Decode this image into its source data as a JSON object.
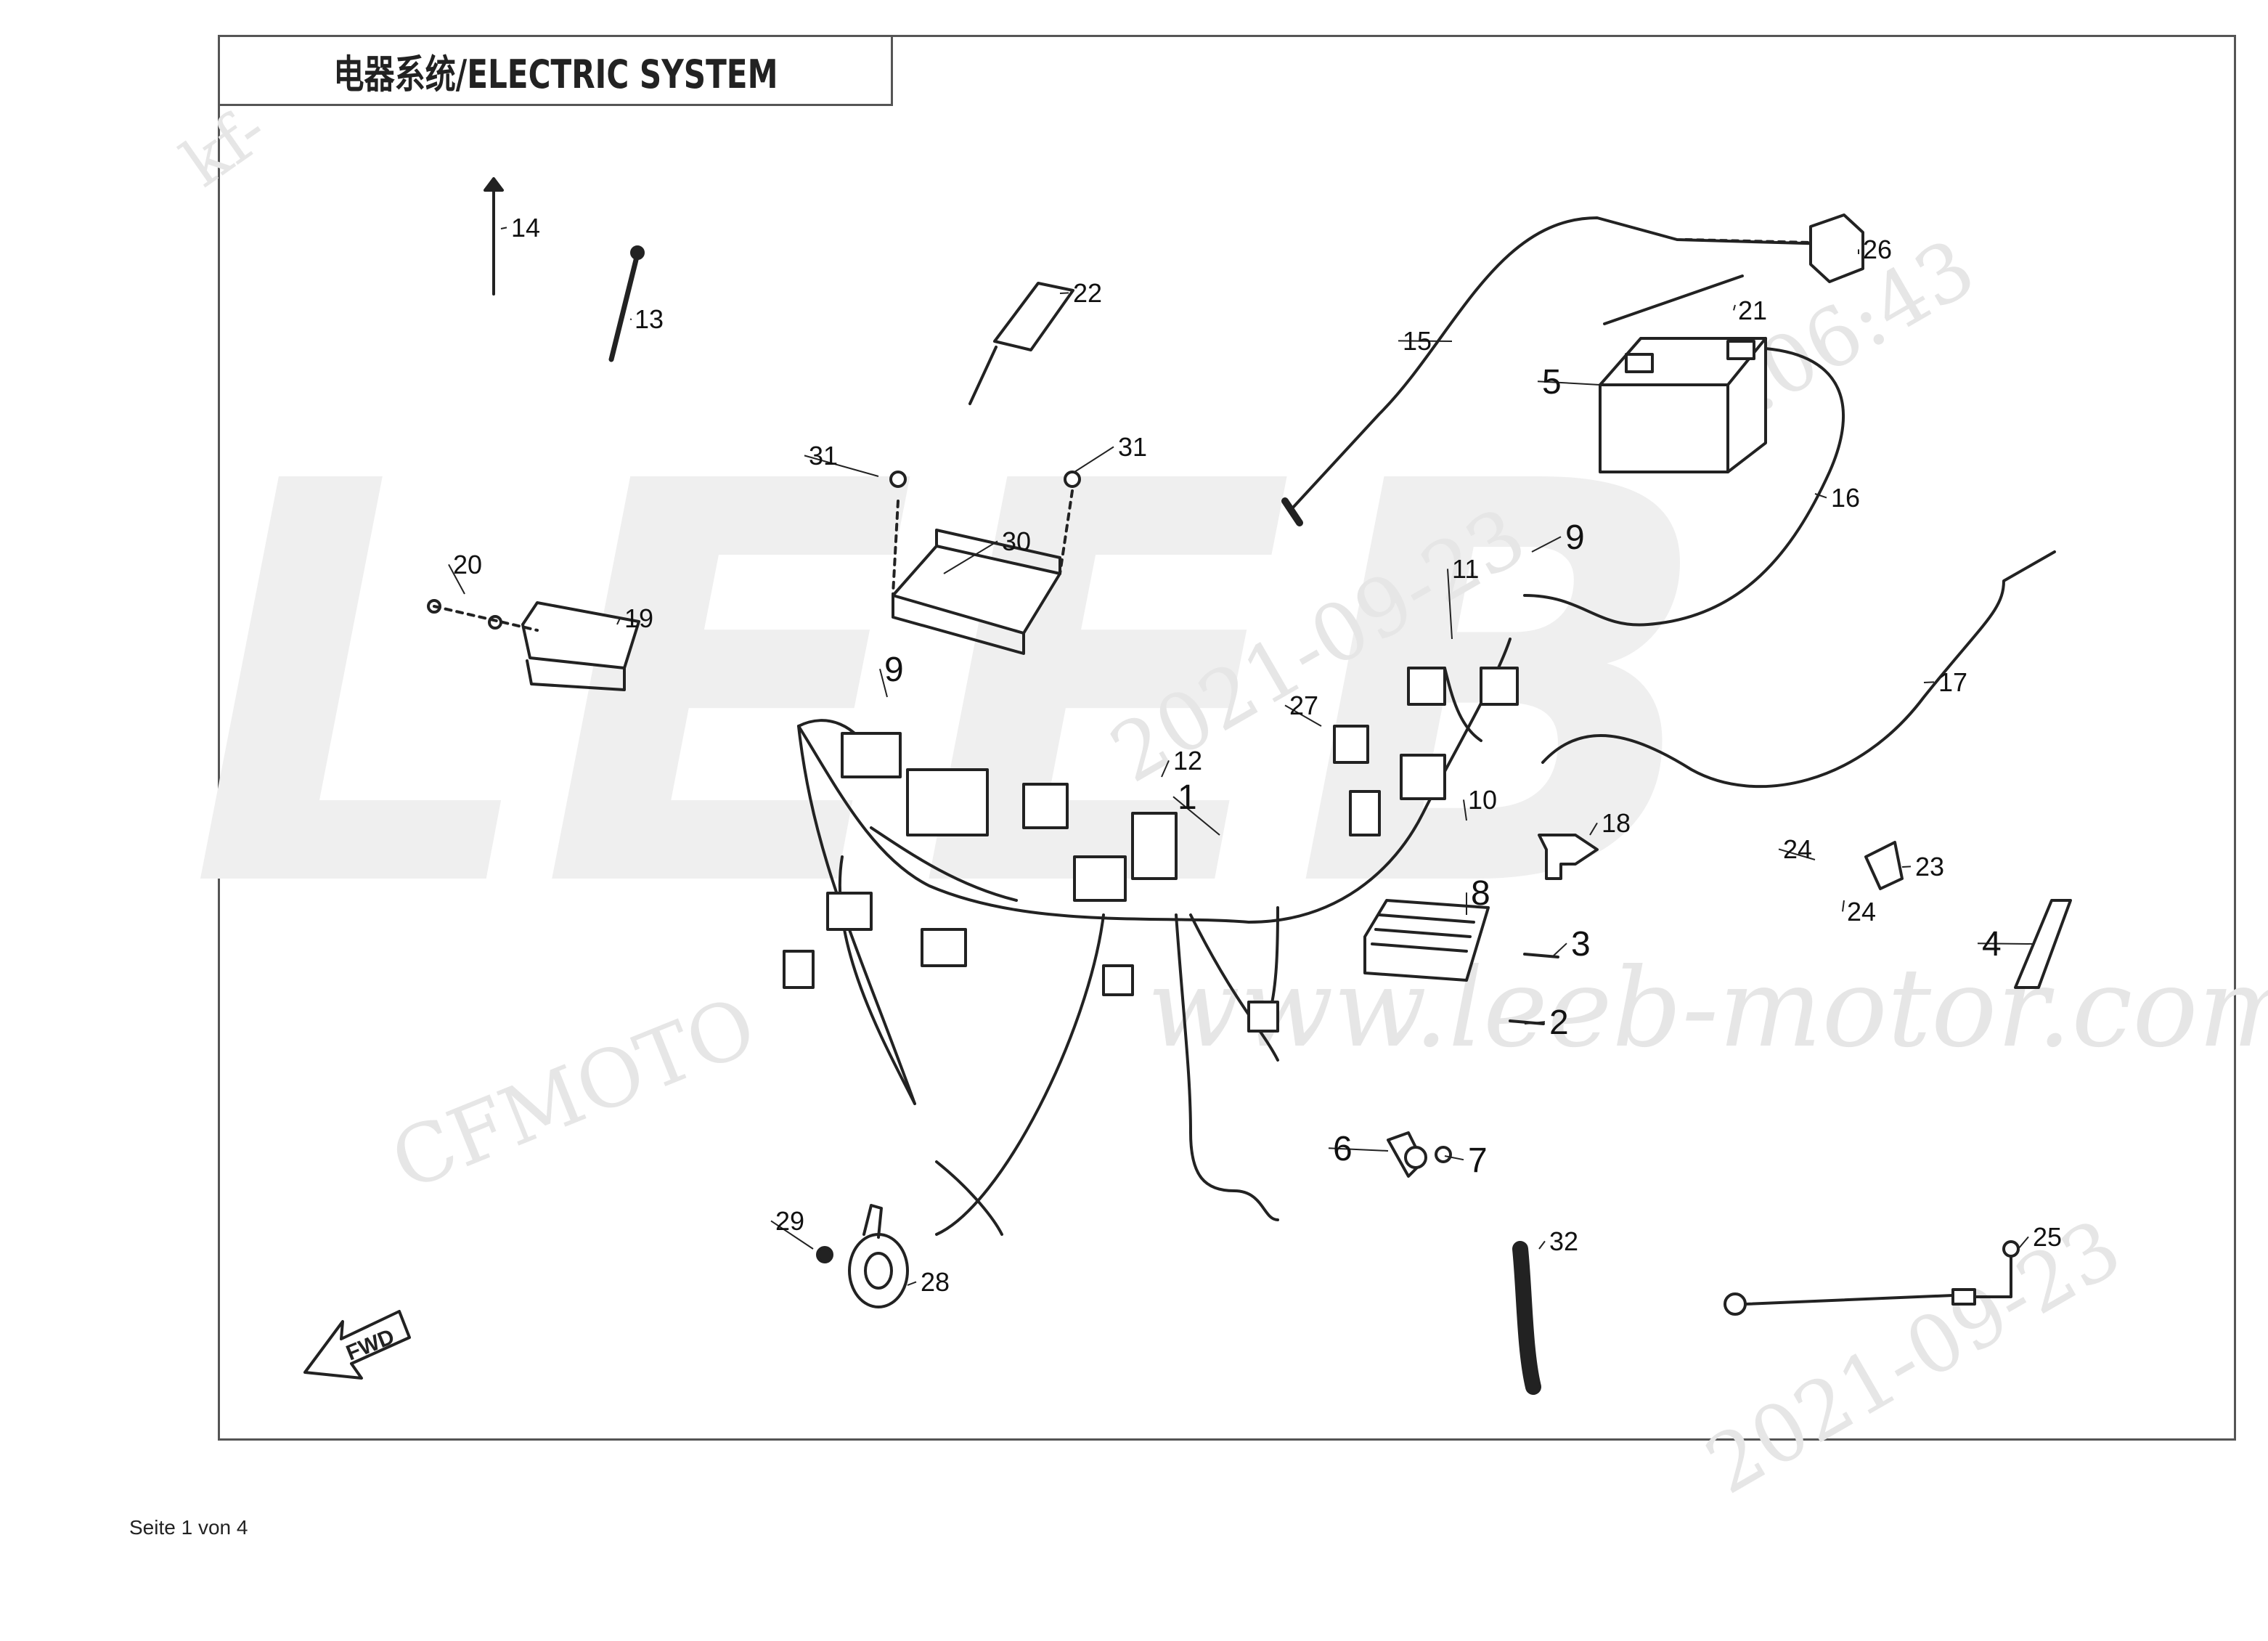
{
  "title": "电器系统/ELECTRIC SYSTEM",
  "footer": "Seite 1 von 4",
  "watermarks": {
    "brand": "LEEB",
    "maker": "CFMOTO",
    "url": "www.leeb-motor.com",
    "date": "2021-09-23",
    "time": "10:06:43",
    "date_bottom": "2021-09-23",
    "corner": "kf-"
  },
  "fwd_label": "FWD",
  "callouts": [
    "1",
    "2",
    "3",
    "4",
    "5",
    "6",
    "7",
    "8",
    "9",
    "9",
    "10",
    "11",
    "12",
    "13",
    "14",
    "15",
    "16",
    "17",
    "18",
    "19",
    "20",
    "21",
    "22",
    "23",
    "24",
    "24",
    "25",
    "26",
    "27",
    "28",
    "29",
    "30",
    "31",
    "31",
    "32"
  ],
  "colors": {
    "line": "#222222",
    "frame": "#555555",
    "watermark": "#e9e9e9"
  }
}
